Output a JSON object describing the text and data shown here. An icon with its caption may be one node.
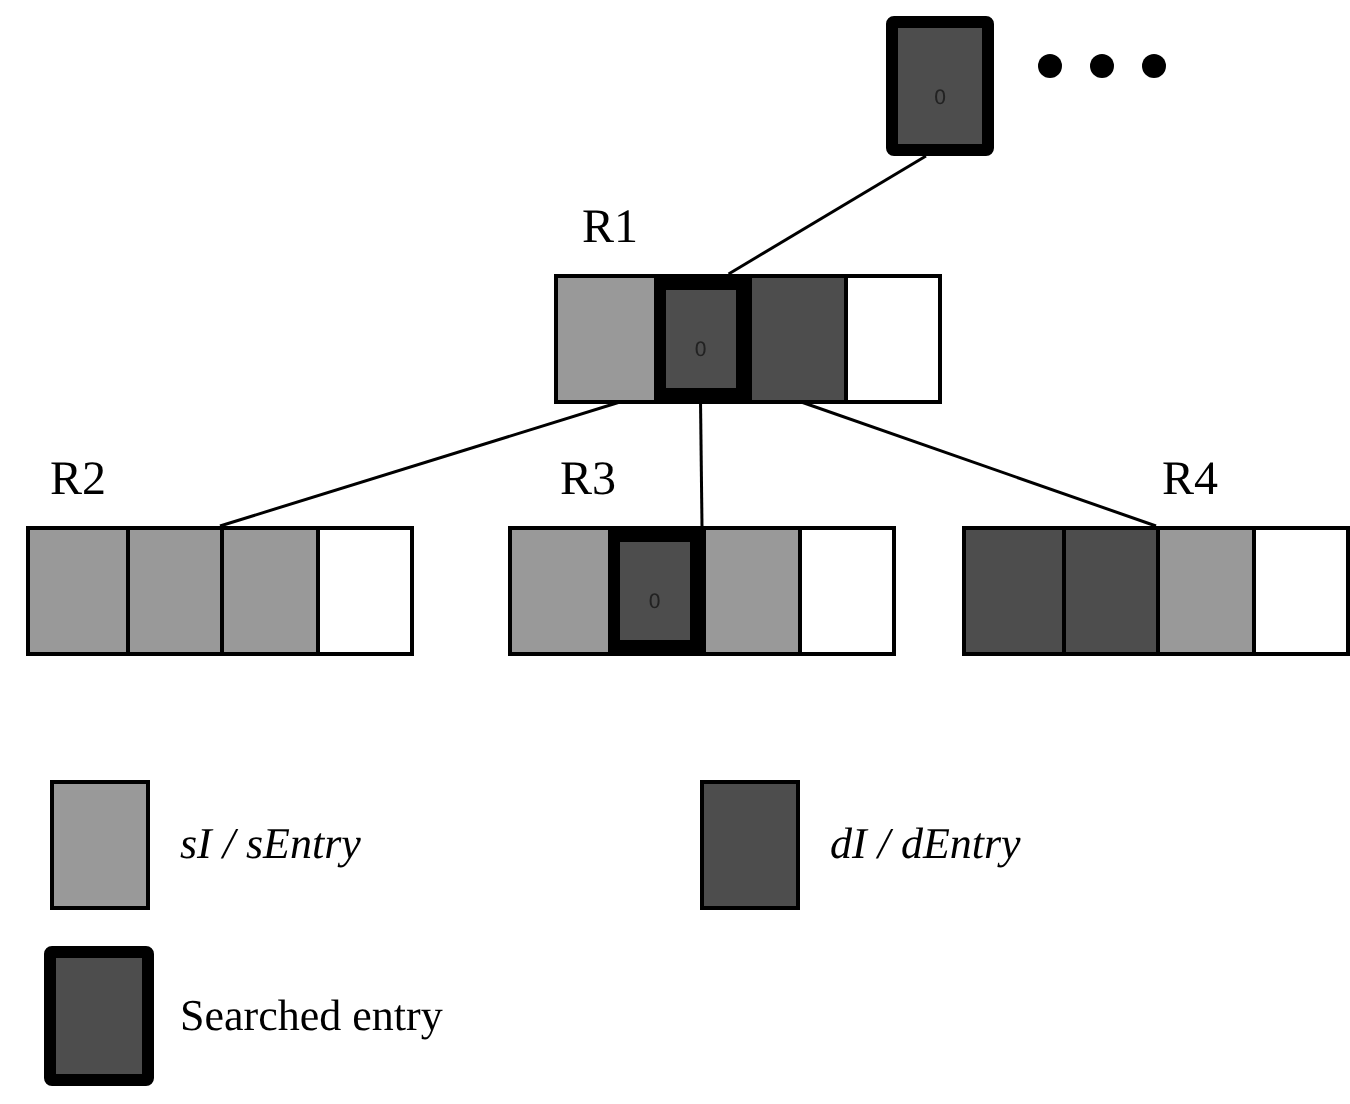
{
  "diagram": {
    "nodes": [
      {
        "text": [
          "0"
        ]
      },
      {
        "text": [
          "R1"
        ]
      },
      {
        "text": [],
        "shape": "box",
        "in": 1
      },
      {
        "text": [
          "0"
        ],
        "in": 1
      },
      {
        "text": [],
        "shape": "box",
        "in": 1
      },
      {
        "text": [],
        "shape": "box",
        "in": 1
      },
      {
        "text": [
          "R2"
        ]
      },
      {
        "text": [],
        "shape": "box",
        "in": 6
      },
      {
        "text": [],
        "shape": "box",
        "in": 6
      },
      {
        "text": [],
        "shape": "box",
        "in": 6
      },
      {
        "text": [],
        "shape": "box",
        "in": 6
      },
      {
        "text": [
          "R3"
        ]
      },
      {
        "text": [],
        "shape": "box",
        "in": 11
      },
      {
        "text": [
          "0"
        ],
        "in": 11
      },
      {
        "text": [],
        "shape": "box",
        "in": 11
      },
      {
        "text": [],
        "shape": "box",
        "in": 11
      },
      {
        "text": [
          "R4"
        ]
      },
      {
        "text": [],
        "shape": "box",
        "in": 16
      },
      {
        "text": [],
        "shape": "box",
        "in": 16
      },
      {
        "text": [],
        "shape": "box",
        "in": 16
      },
      {
        "text": [],
        "shape": "box",
        "in": 16
      }
    ],
    "edges": [
      {
        "from": 0,
        "to": 1,
        "arrow": "none"
      },
      {
        "from": 2,
        "to": 6,
        "arrow": "none"
      },
      {
        "from": 3,
        "to": 11,
        "arrow": "none"
      },
      {
        "from": 4,
        "to": 16,
        "arrow": "none"
      }
    ],
    "legend": [
      {
        "text": "sI / sEntry",
        "color": "#999999"
      },
      {
        "text": "dI / dEntry",
        "color": "#4d4d4d"
      },
      {
        "text": "Searched entry"
      }
    ]
  }
}
